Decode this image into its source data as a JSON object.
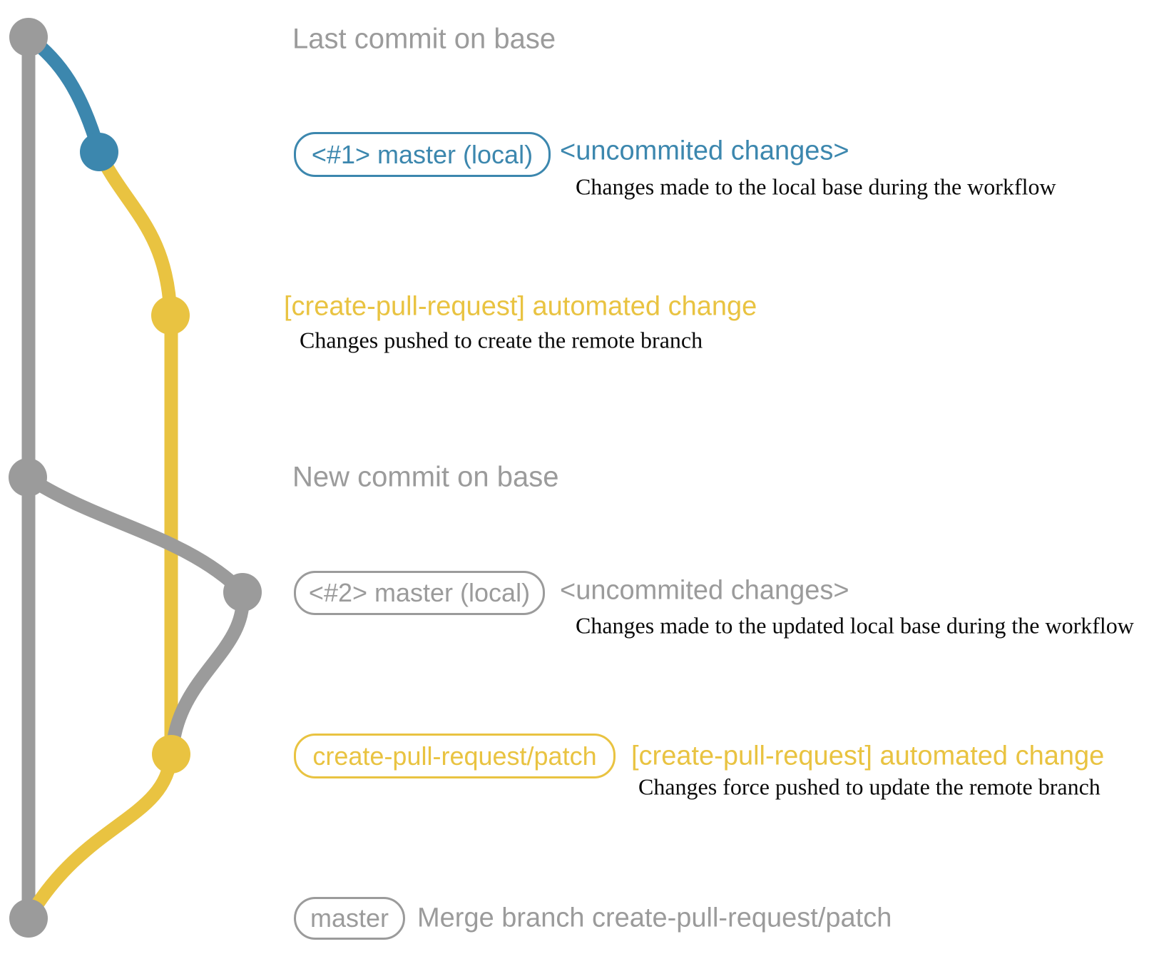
{
  "colors": {
    "gray": "#9b9b9b",
    "blue": "#3c87ae",
    "yellow": "#e9c341",
    "caption": "#0a0a0a"
  },
  "rows": {
    "last_commit": {
      "heading": "Last commit on base"
    },
    "uncommitted1": {
      "badge": "<#1> master (local)",
      "label": "<uncommited changes>",
      "caption": "Changes made to the local base during the workflow"
    },
    "automated1": {
      "label": "[create-pull-request] automated change",
      "caption": "Changes pushed to create the remote branch"
    },
    "new_commit": {
      "heading": "New commit on base"
    },
    "uncommitted2": {
      "badge": "<#2> master (local)",
      "label": "<uncommited changes>",
      "caption": "Changes made to the updated local base during the workflow"
    },
    "automated2": {
      "badge": "create-pull-request/patch",
      "label": "[create-pull-request] automated change",
      "caption": "Changes force pushed to update the remote branch"
    },
    "merge": {
      "badge": "master",
      "label": "Merge branch create-pull-request/patch"
    }
  }
}
